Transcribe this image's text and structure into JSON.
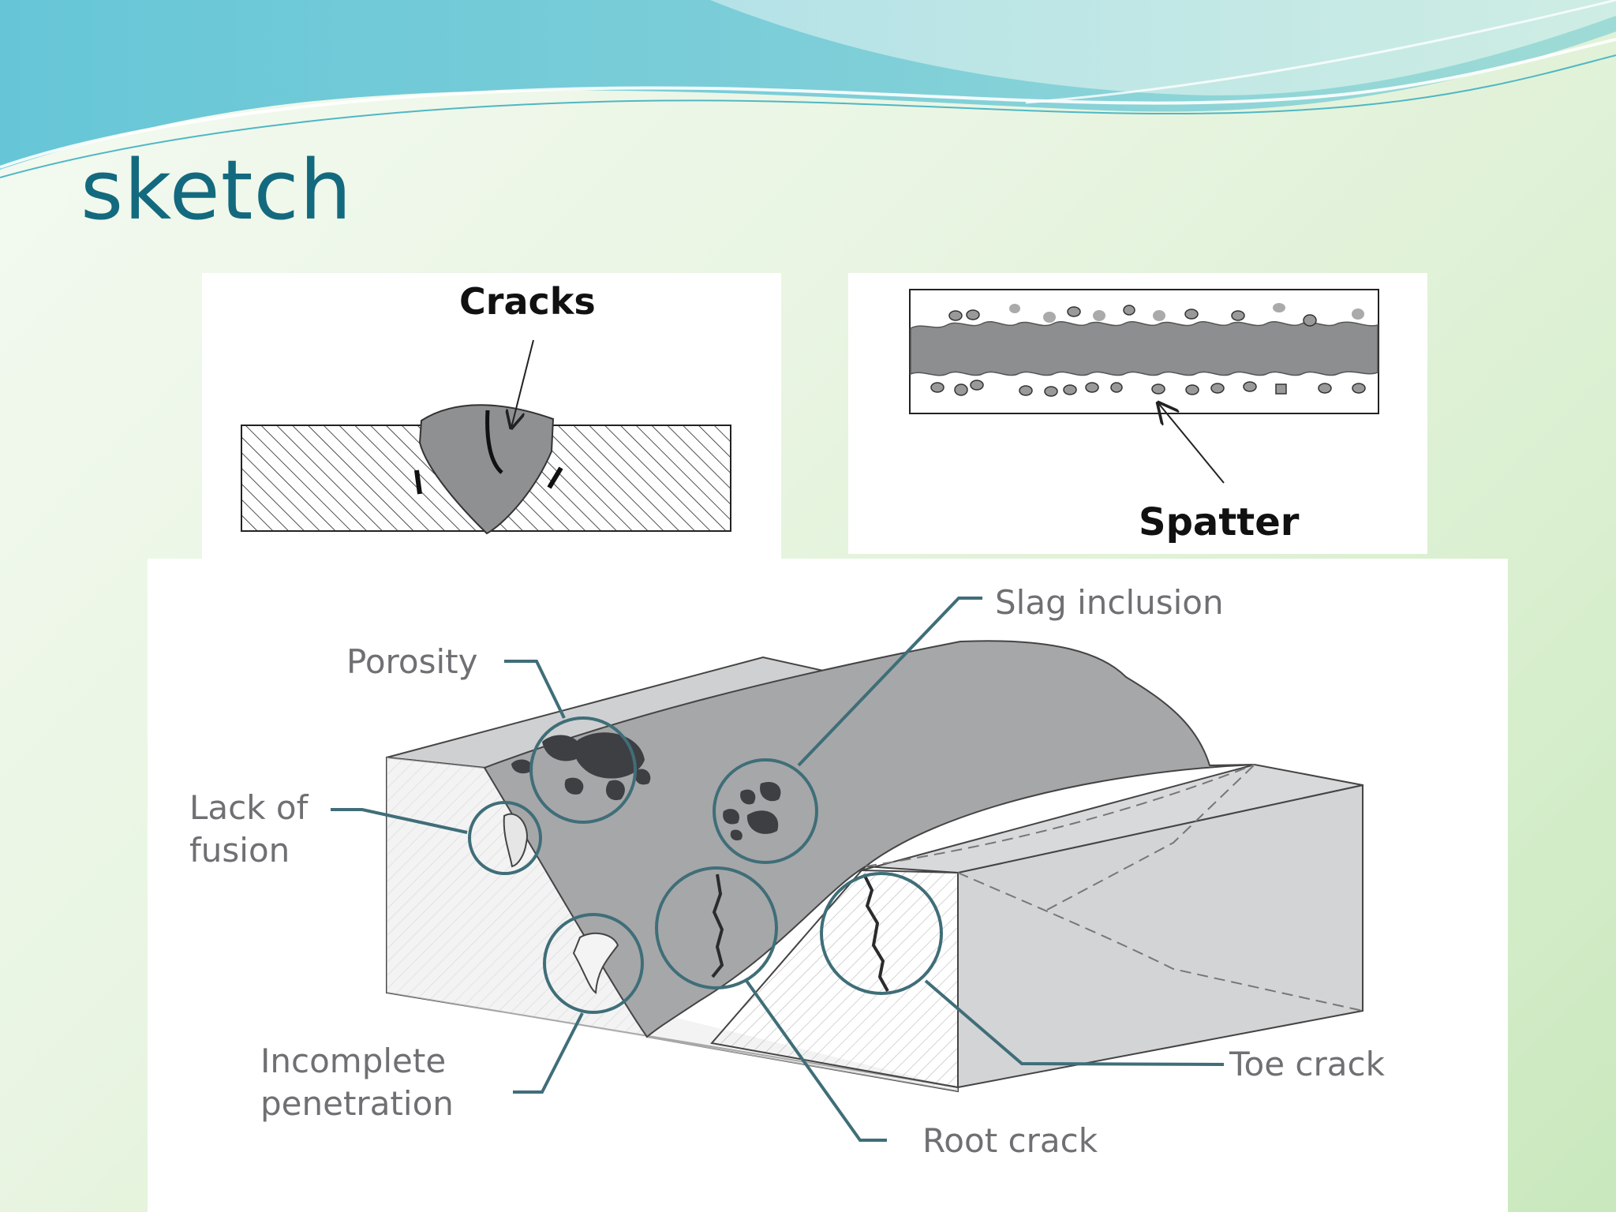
{
  "slide": {
    "title": "sketch"
  },
  "cracks_panel": {
    "label": "Cracks"
  },
  "spatter_panel": {
    "label": "Spatter"
  },
  "defects_panel": {
    "labels": {
      "porosity": "Porosity",
      "slag_inclusion": "Slag inclusion",
      "lack_of_fusion_line1": "Lack of",
      "lack_of_fusion_line2": "fusion",
      "incomplete_penetration_line1": "Incomplete",
      "incomplete_penetration_line2": "penetration",
      "toe_crack": "Toe crack",
      "root_crack": "Root crack"
    }
  },
  "colors": {
    "title": "#136a7e",
    "callout_line": "#3f6e78",
    "weld_gray": "#a6a7a9"
  }
}
